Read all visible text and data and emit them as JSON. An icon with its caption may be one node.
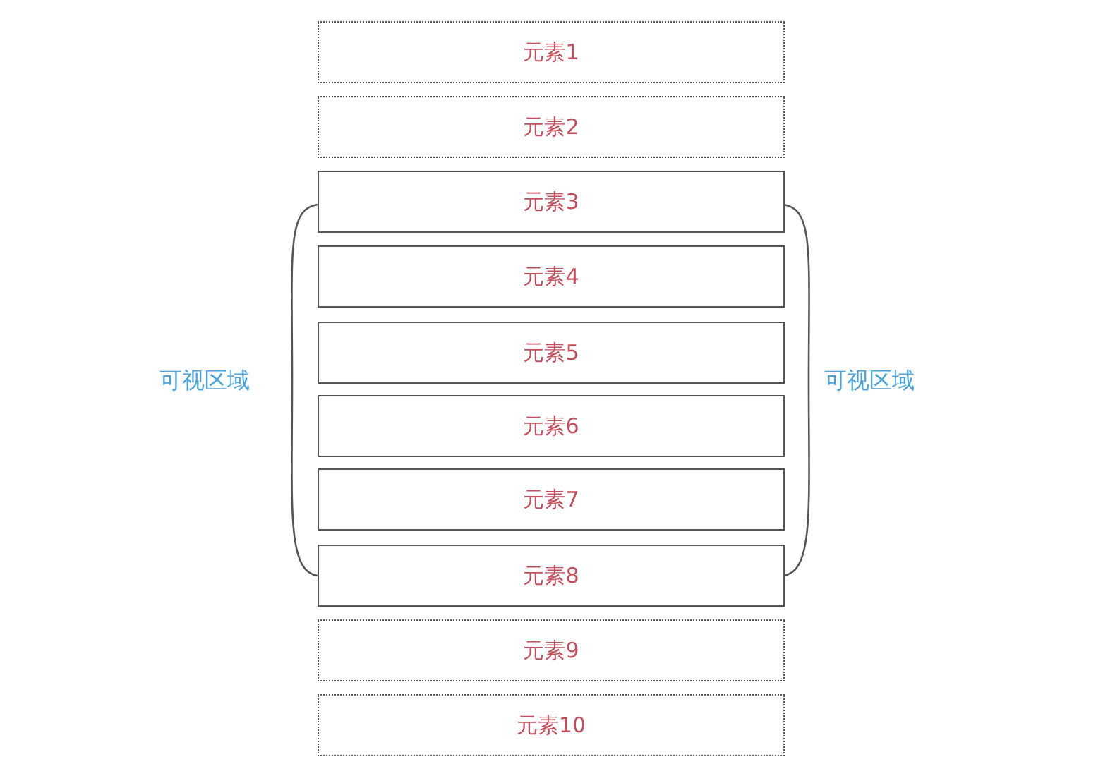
{
  "diagram": {
    "nodes": [
      {
        "text": [
          "元素1"
        ]
      },
      {
        "text": [
          "元素2"
        ]
      },
      {
        "text": [
          "元素3"
        ]
      },
      {
        "text": [
          "元素4"
        ]
      },
      {
        "text": [
          "元素5"
        ]
      },
      {
        "text": [
          "元素6"
        ]
      },
      {
        "text": [
          "元素7"
        ]
      },
      {
        "text": [
          "元素8"
        ]
      },
      {
        "text": [
          "元素9"
        ]
      },
      {
        "text": [
          "元素10"
        ]
      }
    ],
    "labels": [
      "可视区域",
      "可视区域"
    ]
  }
}
